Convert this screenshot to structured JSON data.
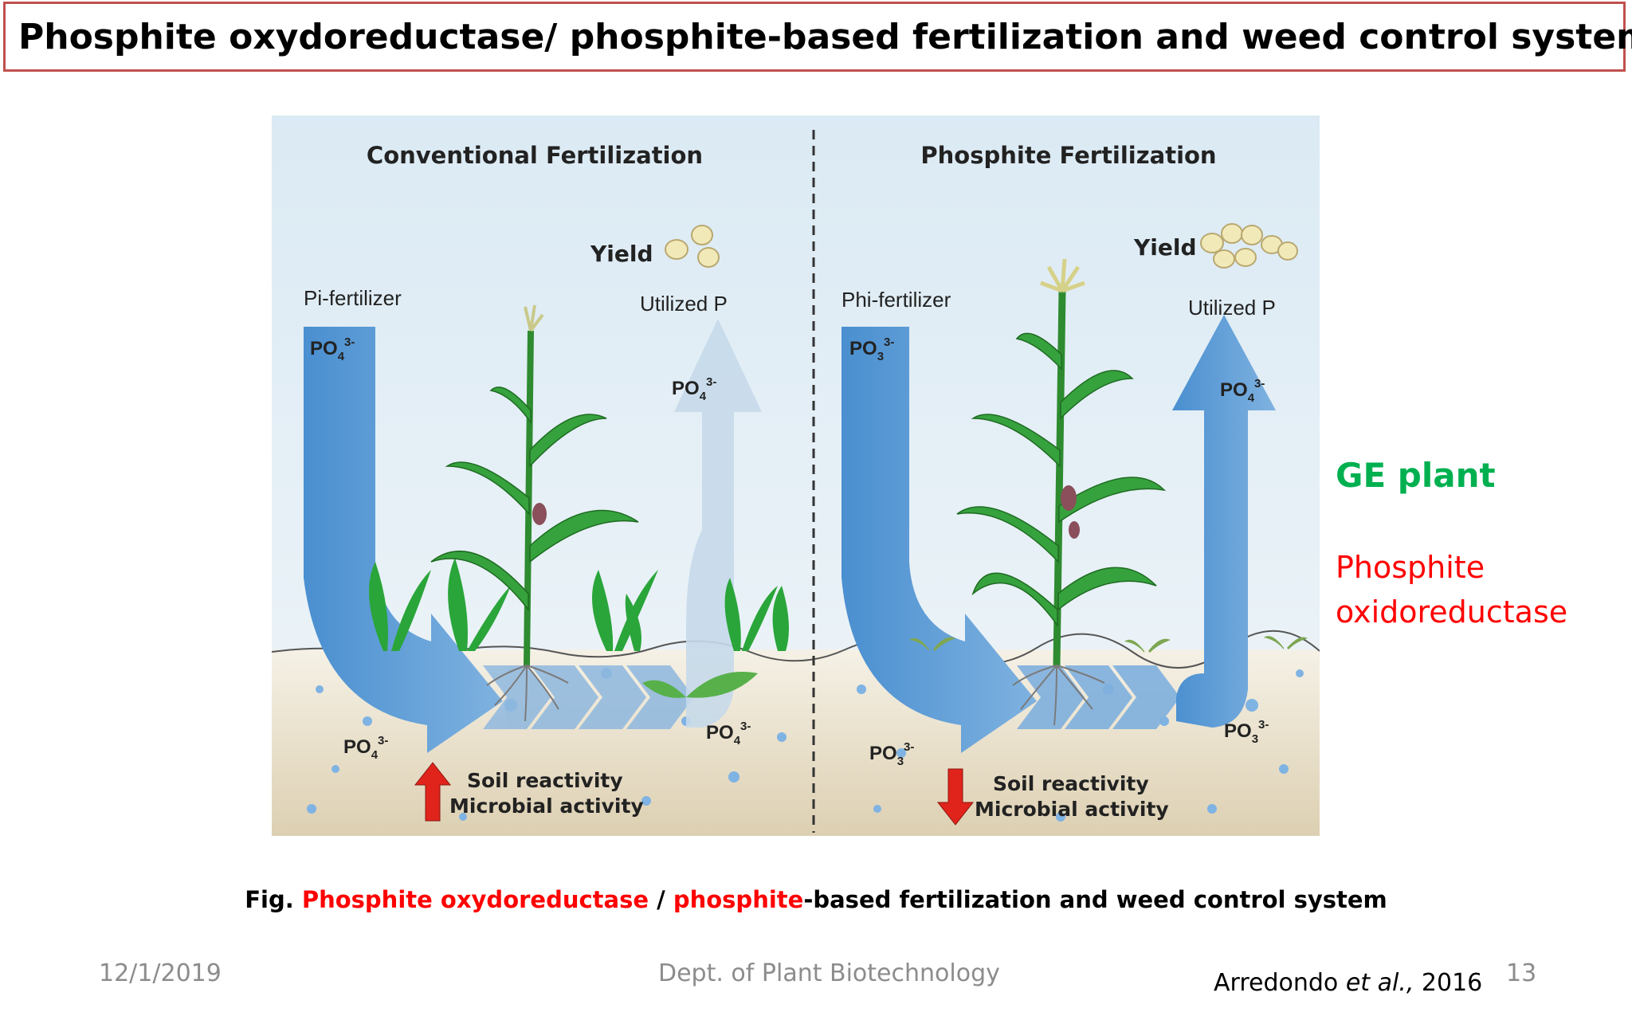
{
  "slide": {
    "title": "Phosphite oxydoreductase/ phosphite-based fertilization and weed control system",
    "side_labels": {
      "ge_plant": "GE plant",
      "enzyme_line1": "Phosphite",
      "enzyme_line2": "oxidoreductase"
    },
    "caption": {
      "fig": "Fig. ",
      "red1": "Phosphite oxydoreductase",
      "sep": " / ",
      "red2": "phosphite",
      "rest": "-based fertilization and weed control system"
    },
    "footer": {
      "date": "12/1/2019",
      "dept": "Dept. of Plant Biotechnology",
      "citation_prefix": "Arredondo ",
      "citation_italic": "et al.,",
      "citation_year": " 2016",
      "page": "13"
    }
  },
  "diagram": {
    "left": {
      "heading": "Conventional Fertilization",
      "fertilizer_label": "Pi-fertilizer",
      "fertilizer_ion": "PO",
      "fertilizer_sub": "4",
      "fertilizer_sup": "3-",
      "yield_label": "Yield",
      "utilized_label": "Utilized P",
      "up_ion": "PO",
      "up_sub": "4",
      "up_sup": "3-",
      "soil_ion_left": "PO",
      "soil_ion_left_sub": "4",
      "soil_ion_left_sup": "3-",
      "soil_ion_right": "PO",
      "soil_ion_right_sub": "4",
      "soil_ion_right_sup": "3-",
      "soil_line1": "Soil reactivity",
      "soil_line2": "Microbial activity",
      "arrow_direction": "up"
    },
    "right": {
      "heading": "Phosphite Fertilization",
      "fertilizer_label": "Phi-fertilizer",
      "fertilizer_ion": "PO",
      "fertilizer_sub": "3",
      "fertilizer_sup": "3-",
      "yield_label": "Yield",
      "utilized_label": "Utilized P",
      "up_ion": "PO",
      "up_sub": "4",
      "up_sup": "3-",
      "soil_ion_left": "PO",
      "soil_ion_left_sub": "3",
      "soil_ion_left_sup": "3-",
      "soil_ion_right": "PO",
      "soil_ion_right_sub": "3",
      "soil_ion_right_sup": "3-",
      "soil_line1": "Soil reactivity",
      "soil_line2": "Microbial activity",
      "arrow_direction": "down"
    },
    "colors": {
      "sky": "#dbeaf4",
      "soil": "#e6dcc6",
      "arrow_blue": "#5b9bd5",
      "arrow_light": "#c7d9ea",
      "plant_green": "#2e9e3a",
      "red_arrow": "#e0241b",
      "title_border": "#c0504d",
      "ge_green": "#00b050",
      "enzyme_red": "#ff0000"
    }
  }
}
